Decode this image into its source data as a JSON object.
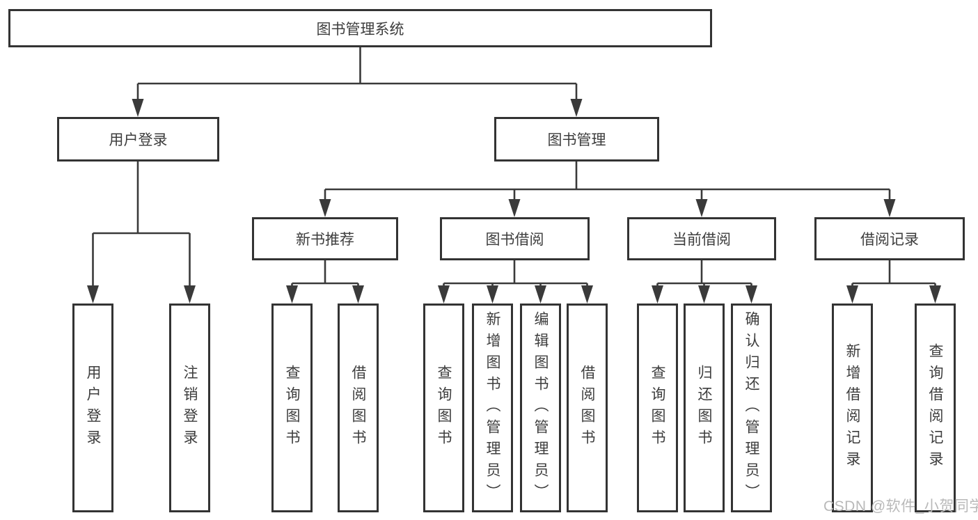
{
  "colors": {
    "line": "#3a3a3a",
    "box_border": "#333333",
    "text": "#3d3d3d",
    "watermark_text": "#b9b9b9",
    "background": "#ffffff"
  },
  "watermark": "CSDN @软件_小贺同学",
  "tree": {
    "root": "图书管理系统",
    "branches": [
      {
        "label": "用户登录",
        "children": [
          "用户登录",
          "注销登录"
        ]
      },
      {
        "label": "图书管理",
        "sections": [
          {
            "label": "新书推荐",
            "children": [
              "查询图书",
              "借阅图书"
            ]
          },
          {
            "label": "图书借阅",
            "children": [
              "查询图书",
              "新增图书（管理员）",
              "编辑图书（管理员）",
              "借阅图书"
            ]
          },
          {
            "label": "当前借阅",
            "children": [
              "查询图书",
              "归还图书",
              "确认归还（管理员）"
            ]
          },
          {
            "label": "借阅记录",
            "children": [
              "新增借阅记录",
              "查询借阅记录"
            ]
          }
        ]
      }
    ]
  }
}
